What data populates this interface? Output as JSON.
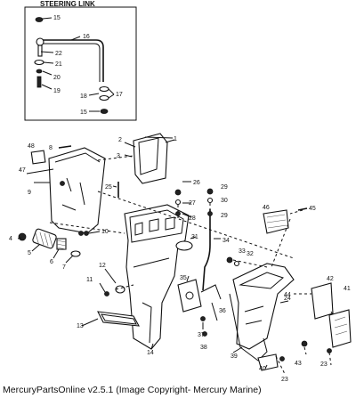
{
  "inset": {
    "title": "STEERING LINK"
  },
  "labels": {
    "inset": [
      "15",
      "16",
      "22",
      "21",
      "20",
      "19",
      "18",
      "17",
      "15"
    ],
    "main": [
      "1",
      "2",
      "3",
      "48",
      "8",
      "47",
      "9",
      "4",
      "5",
      "6",
      "7",
      "10",
      "25",
      "26",
      "27",
      "28",
      "29",
      "30",
      "29",
      "45",
      "46",
      "31",
      "34",
      "33",
      "32",
      "24",
      "11",
      "12",
      "35",
      "36",
      "37",
      "38",
      "13",
      "14",
      "39",
      "40",
      "23",
      "44",
      "42",
      "41",
      "43",
      "23"
    ]
  },
  "caption": "MercuryPartsOnline v2.5.1 (Image Copyright- Mercury Marine)"
}
